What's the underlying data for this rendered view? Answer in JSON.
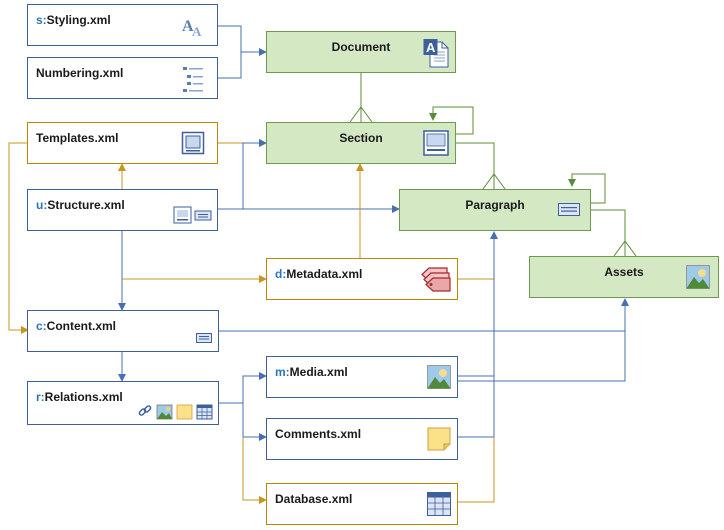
{
  "nodes": {
    "styling": {
      "prefix": "s:",
      "name": "Styling.xml"
    },
    "numbering": {
      "prefix": "",
      "name": "Numbering.xml"
    },
    "templates": {
      "prefix": "",
      "name": "Templates.xml"
    },
    "structure": {
      "prefix": "u:",
      "name": "Structure.xml"
    },
    "content": {
      "prefix": "c:",
      "name": "Content.xml"
    },
    "relations": {
      "prefix": "r:",
      "name": "Relations.xml"
    },
    "metadata": {
      "prefix": "d:",
      "name": "Metadata.xml"
    },
    "media": {
      "prefix": "m:",
      "name": "Media.xml"
    },
    "comments": {
      "prefix": "",
      "name": "Comments.xml"
    },
    "database": {
      "prefix": "",
      "name": "Database.xml"
    },
    "document": {
      "name": "Document"
    },
    "section": {
      "name": "Section"
    },
    "paragraph": {
      "name": "Paragraph"
    },
    "assets": {
      "name": "Assets"
    }
  },
  "colors": {
    "blue_line": "#4a6fb0",
    "gold_line": "#c8961e",
    "green_line": "#5b8c3a",
    "green_fill": "#d5e8c4",
    "prefix_text": "#2e75b6"
  },
  "icons": {
    "styling": "font-styles-icon",
    "numbering": "numbered-list-icon",
    "templates": "template-icon",
    "structure": "structure-icon",
    "content": "text-block-icon",
    "relations": "link-image-note-table-icons",
    "metadata": "tags-icon",
    "media": "image-icon",
    "comments": "sticky-note-icon",
    "database": "table-icon",
    "document": "document-icon",
    "section": "section-icon",
    "paragraph": "paragraph-icon",
    "assets": "image-icon"
  }
}
